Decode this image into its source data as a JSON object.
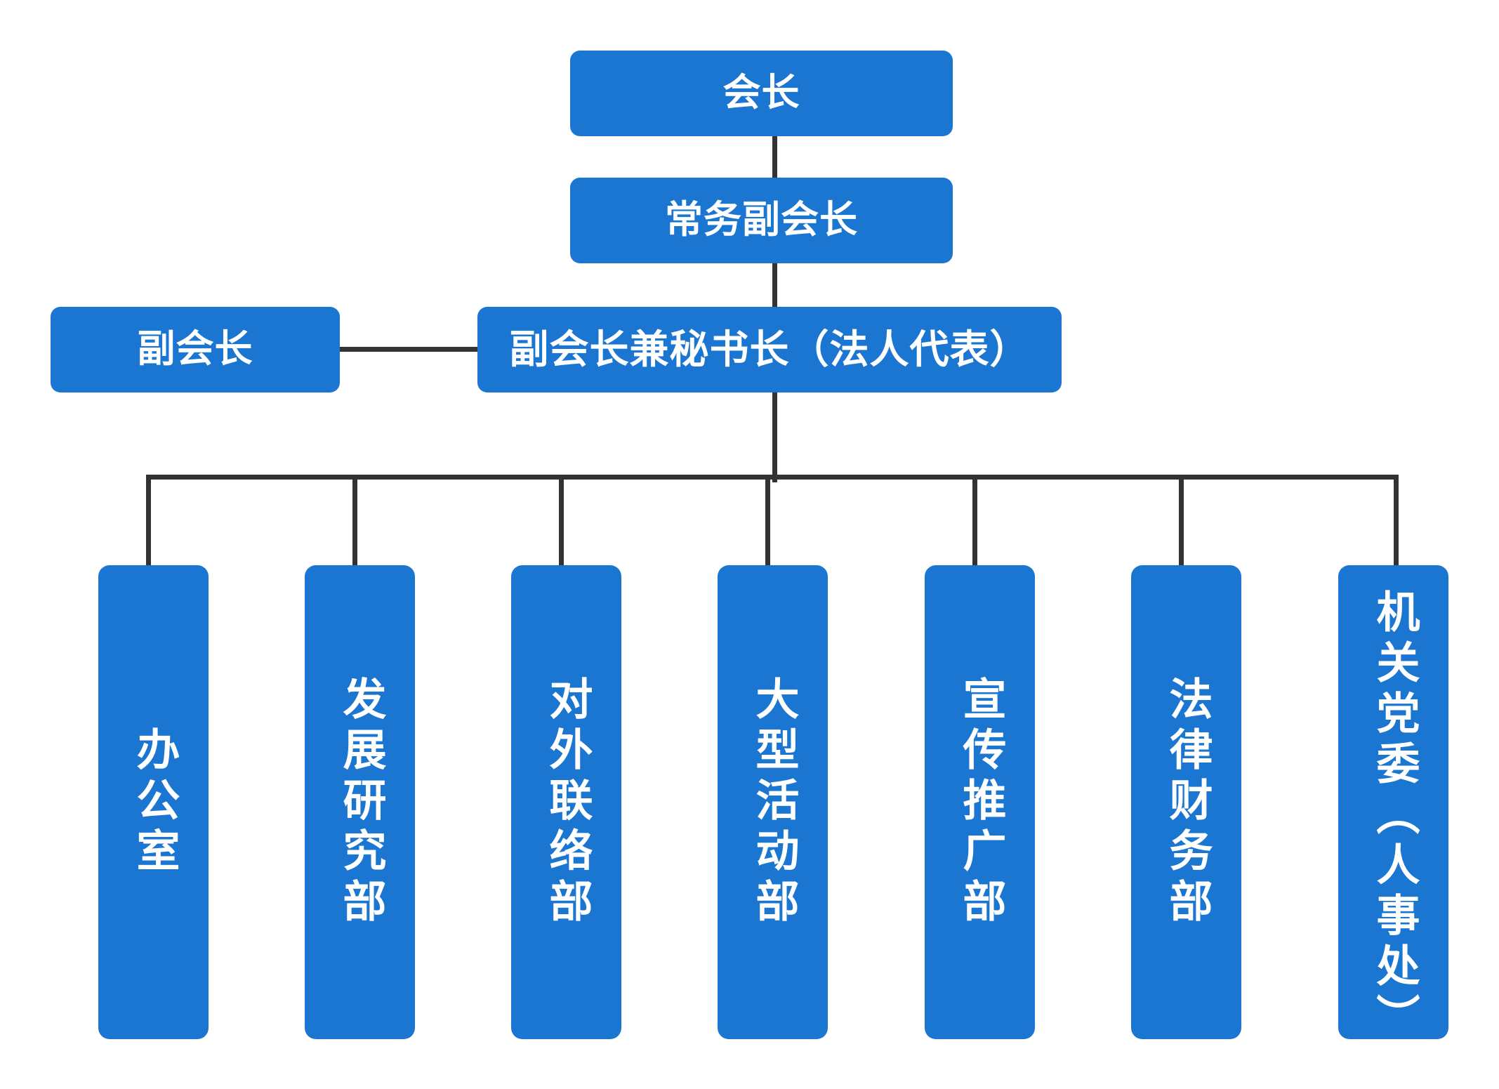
{
  "theme": {
    "node_fill": "#1b76d2",
    "node_text": "#ffffff",
    "connector": "#333333",
    "background": "#ffffff"
  },
  "chart": {
    "type": "org-chart",
    "title": "",
    "levels": [
      {
        "level": 1,
        "nodes": [
          {
            "id": "president",
            "label": "会长",
            "orientation": "horizontal"
          }
        ]
      },
      {
        "level": 2,
        "nodes": [
          {
            "id": "exec-vp",
            "label": "常务副会长",
            "orientation": "horizontal"
          }
        ]
      },
      {
        "level": 3,
        "nodes": [
          {
            "id": "vp",
            "label": "副会长",
            "orientation": "horizontal"
          },
          {
            "id": "vp-sg",
            "label": "副会长兼秘书长（法人代表）",
            "orientation": "horizontal"
          }
        ]
      },
      {
        "level": 4,
        "nodes": [
          {
            "id": "dept-0",
            "label": "办公室",
            "orientation": "vertical"
          },
          {
            "id": "dept-1",
            "label": "发展研究部",
            "orientation": "vertical"
          },
          {
            "id": "dept-2",
            "label": "对外联络部",
            "orientation": "vertical"
          },
          {
            "id": "dept-3",
            "label": "大型活动部",
            "orientation": "vertical"
          },
          {
            "id": "dept-4",
            "label": "宣传推广部",
            "orientation": "vertical"
          },
          {
            "id": "dept-5",
            "label": "法律财务部",
            "orientation": "vertical"
          },
          {
            "id": "dept-6",
            "label": "机关党委（人事处）",
            "orientation": "vertical"
          }
        ]
      }
    ],
    "edges": [
      {
        "from": "president",
        "to": "exec-vp"
      },
      {
        "from": "exec-vp",
        "to": "vp-sg"
      },
      {
        "from": "vp-sg",
        "to": "vp"
      },
      {
        "from": "vp-sg",
        "to": "dept-0"
      },
      {
        "from": "vp-sg",
        "to": "dept-1"
      },
      {
        "from": "vp-sg",
        "to": "dept-2"
      },
      {
        "from": "vp-sg",
        "to": "dept-3"
      },
      {
        "from": "vp-sg",
        "to": "dept-4"
      },
      {
        "from": "vp-sg",
        "to": "dept-5"
      },
      {
        "from": "vp-sg",
        "to": "dept-6"
      }
    ]
  }
}
